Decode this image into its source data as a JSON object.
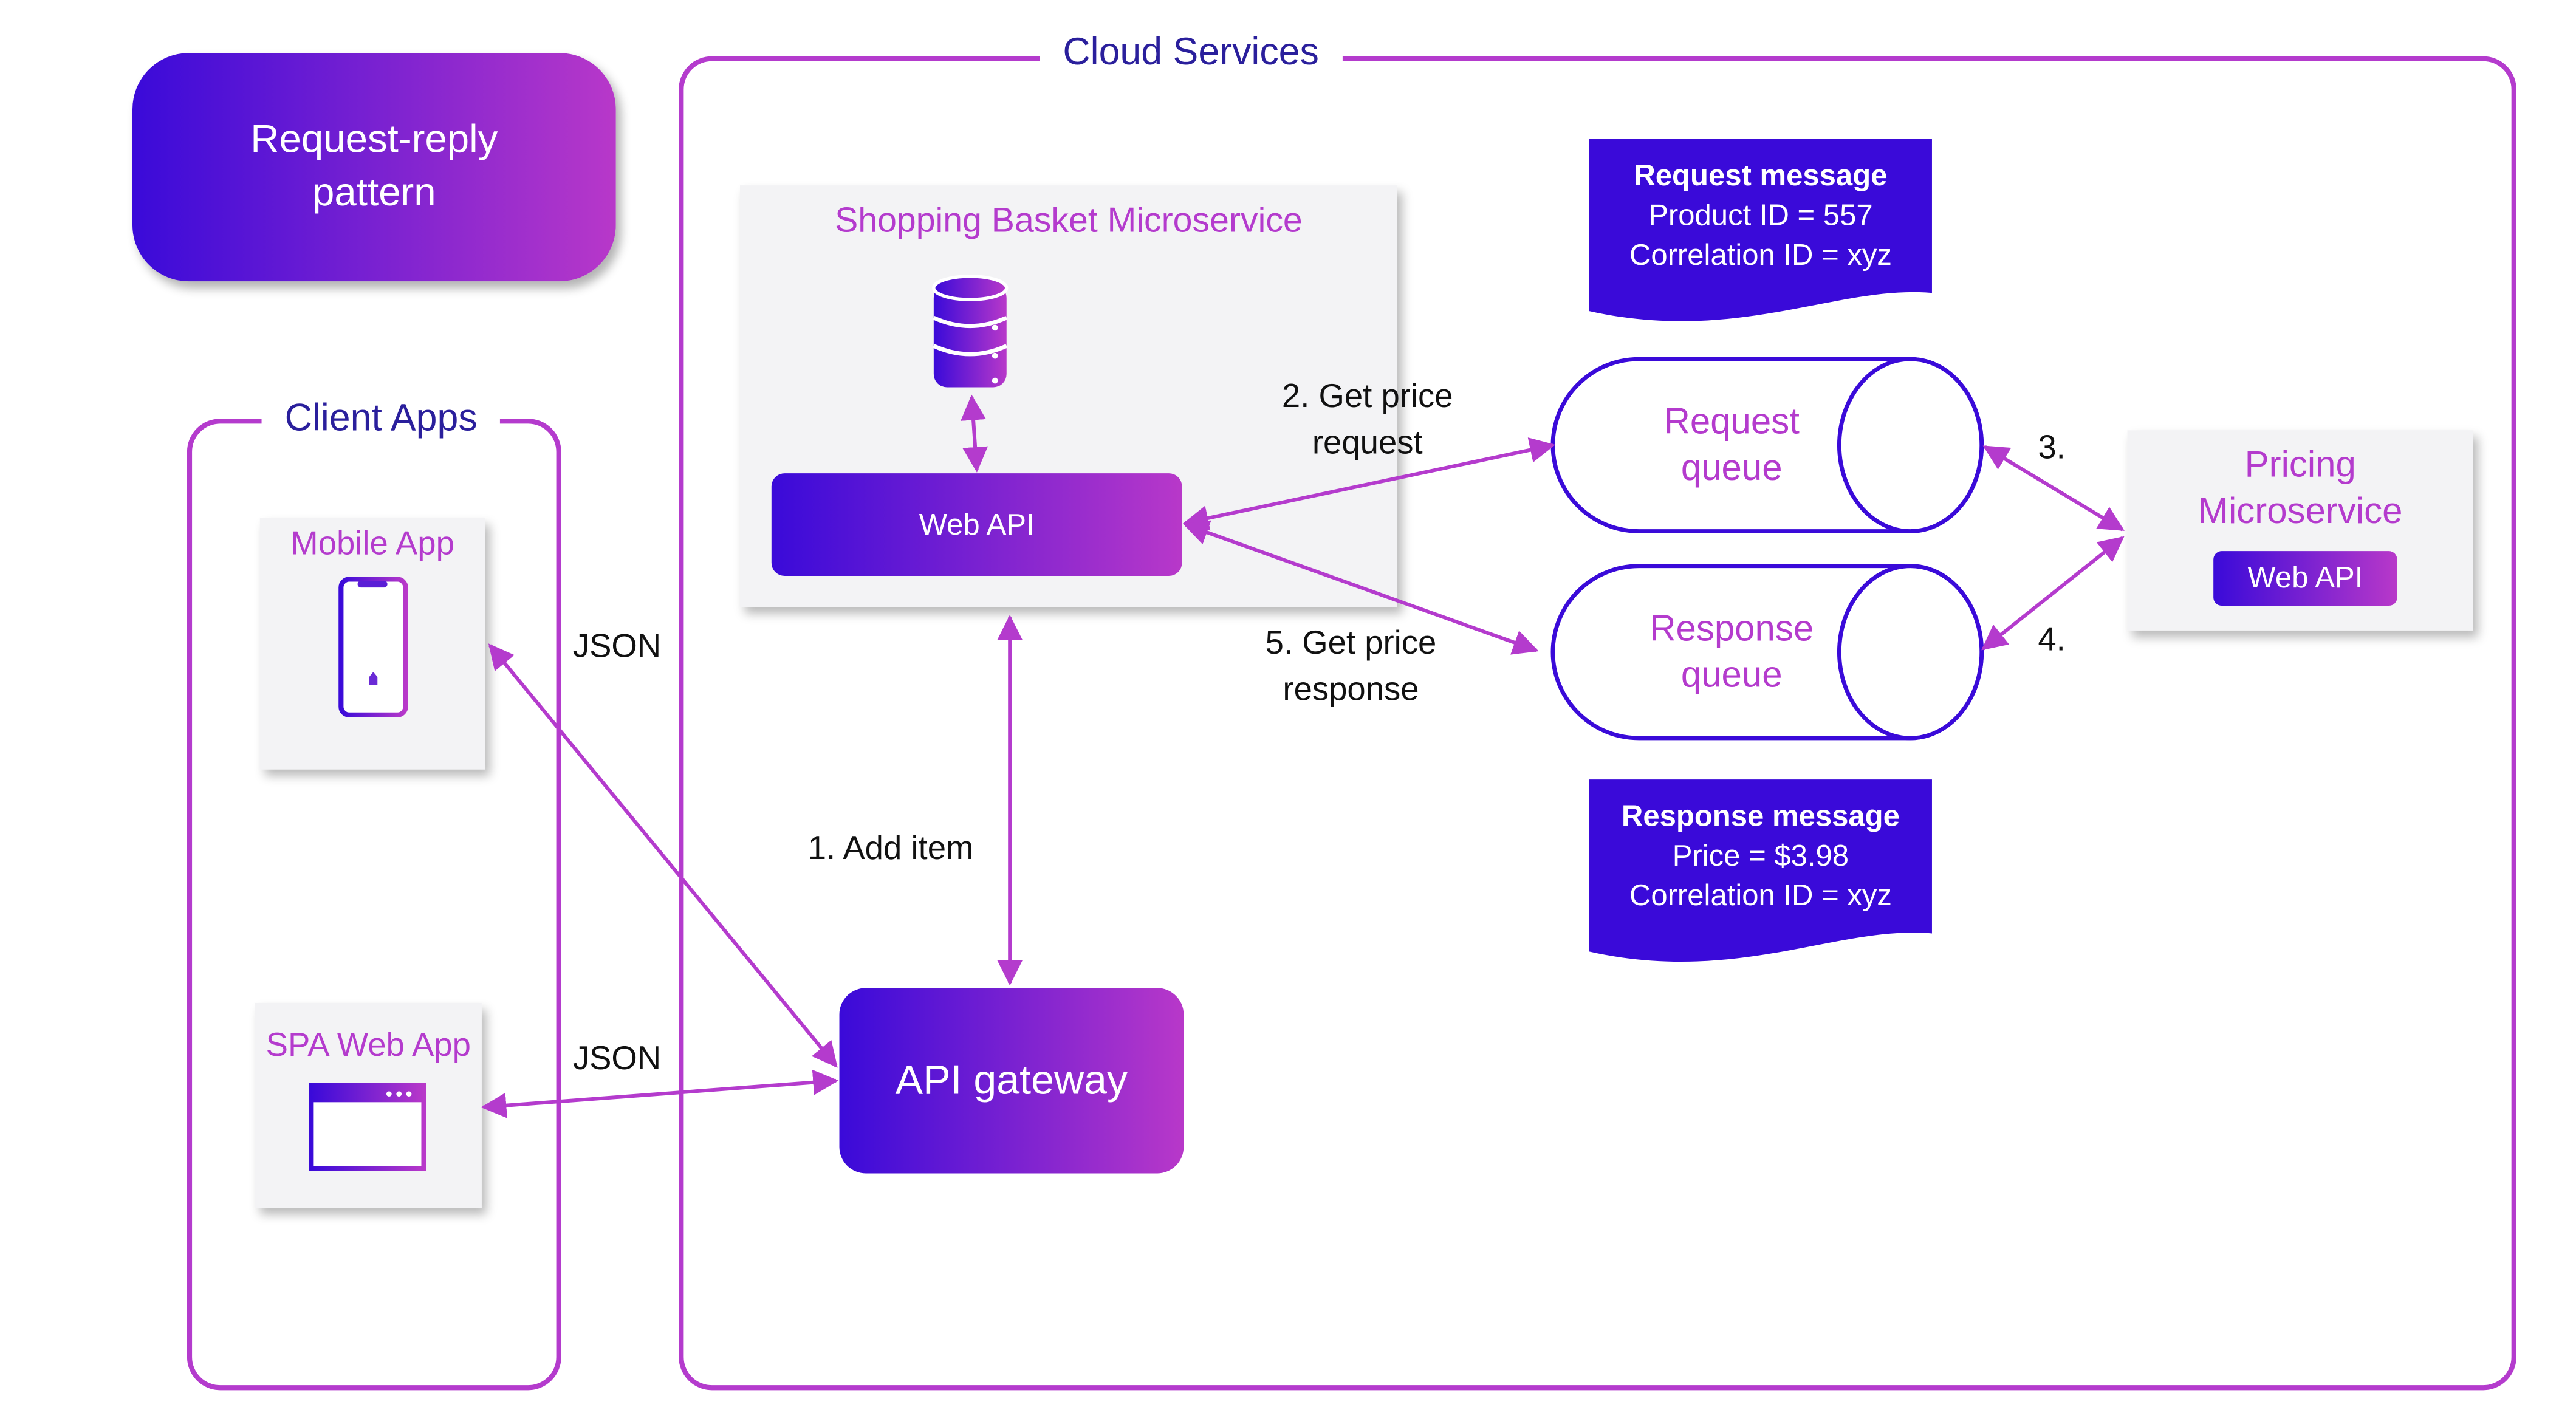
{
  "badge": {
    "title": "Request-reply pattern"
  },
  "cloud": {
    "title": "Cloud Services"
  },
  "client": {
    "title": "Client Apps"
  },
  "mobile": {
    "title": "Mobile App"
  },
  "spa": {
    "title": "SPA Web App"
  },
  "basket": {
    "title": "Shopping Basket Microservice",
    "webapi": "Web API"
  },
  "gateway": {
    "label": "API gateway"
  },
  "pricing": {
    "title": "Pricing Microservice",
    "webapi": "Web API"
  },
  "request_message": {
    "title": "Request message",
    "line1": "Product ID = 557",
    "line2": "Correlation ID = xyz"
  },
  "response_message": {
    "title": "Response message",
    "line1": "Price = $3.98",
    "line2": "Correlation ID = xyz"
  },
  "request_queue": {
    "line1": "Request",
    "line2": "queue"
  },
  "response_queue": {
    "line1": "Response",
    "line2": "queue"
  },
  "labels": {
    "json1": "JSON",
    "json2": "JSON",
    "add_item": "1. Add item",
    "get_price_request_1": "2. Get price",
    "get_price_request_2": "request",
    "step3": "3.",
    "step4": "4.",
    "get_price_response_1": "5. Get price",
    "get_price_response_2": "response"
  },
  "colors": {
    "accent": "#b43bcd",
    "navy": "#2a1f9c",
    "deep_blue": "#3a0ad9",
    "message_fill": "#3a0ad9"
  }
}
